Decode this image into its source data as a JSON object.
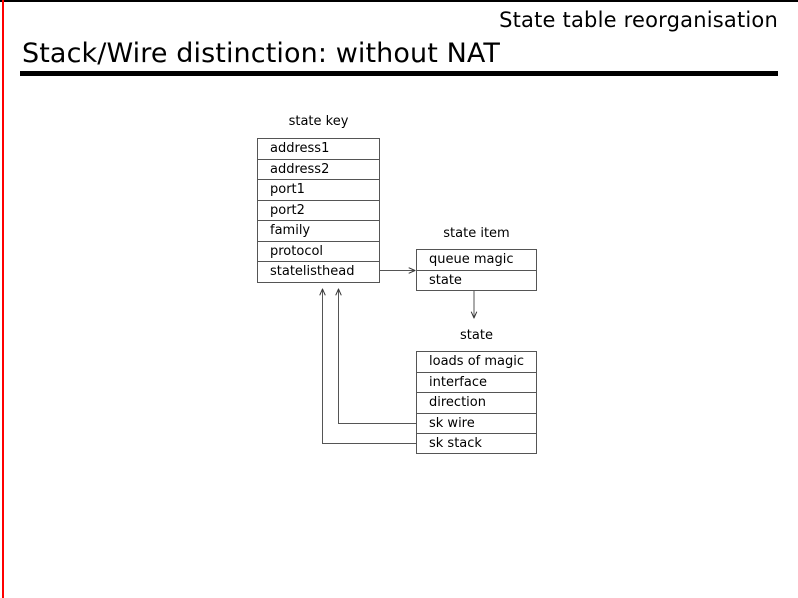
{
  "slide": {
    "eyebrow": "State table reorganisation",
    "title": "Stack/Wire distinction: without NAT"
  },
  "colors": {
    "accent_rule": "#ff0000",
    "title_rule": "#000000",
    "box_border": "#555555",
    "text": "#000000",
    "background": "#ffffff"
  },
  "diagram": {
    "type": "structure-pointer-diagram",
    "boxes": [
      {
        "id": "state-key",
        "label": "state key",
        "fields": [
          "address1",
          "address2",
          "port1",
          "port2",
          "family",
          "protocol",
          "statelisthead"
        ]
      },
      {
        "id": "state-item",
        "label": "state item",
        "fields": [
          "queue magic",
          "state"
        ]
      },
      {
        "id": "state",
        "label": "state",
        "fields": [
          "loads of magic",
          "interface",
          "direction",
          "sk wire",
          "sk stack"
        ]
      }
    ],
    "connectors": [
      {
        "id": "statelisthead-to-state-item",
        "from": "state-key.statelisthead",
        "to": "state-item",
        "arrow": "right"
      },
      {
        "id": "state-item-to-state",
        "from": "state-item.state",
        "to": "state",
        "arrow": "down"
      },
      {
        "id": "sk-wire-to-state-key",
        "from": "state.sk wire",
        "to": "state-key",
        "arrow": "up"
      },
      {
        "id": "sk-stack-to-state-key",
        "from": "state.sk stack",
        "to": "state-key",
        "arrow": "up"
      }
    ]
  }
}
